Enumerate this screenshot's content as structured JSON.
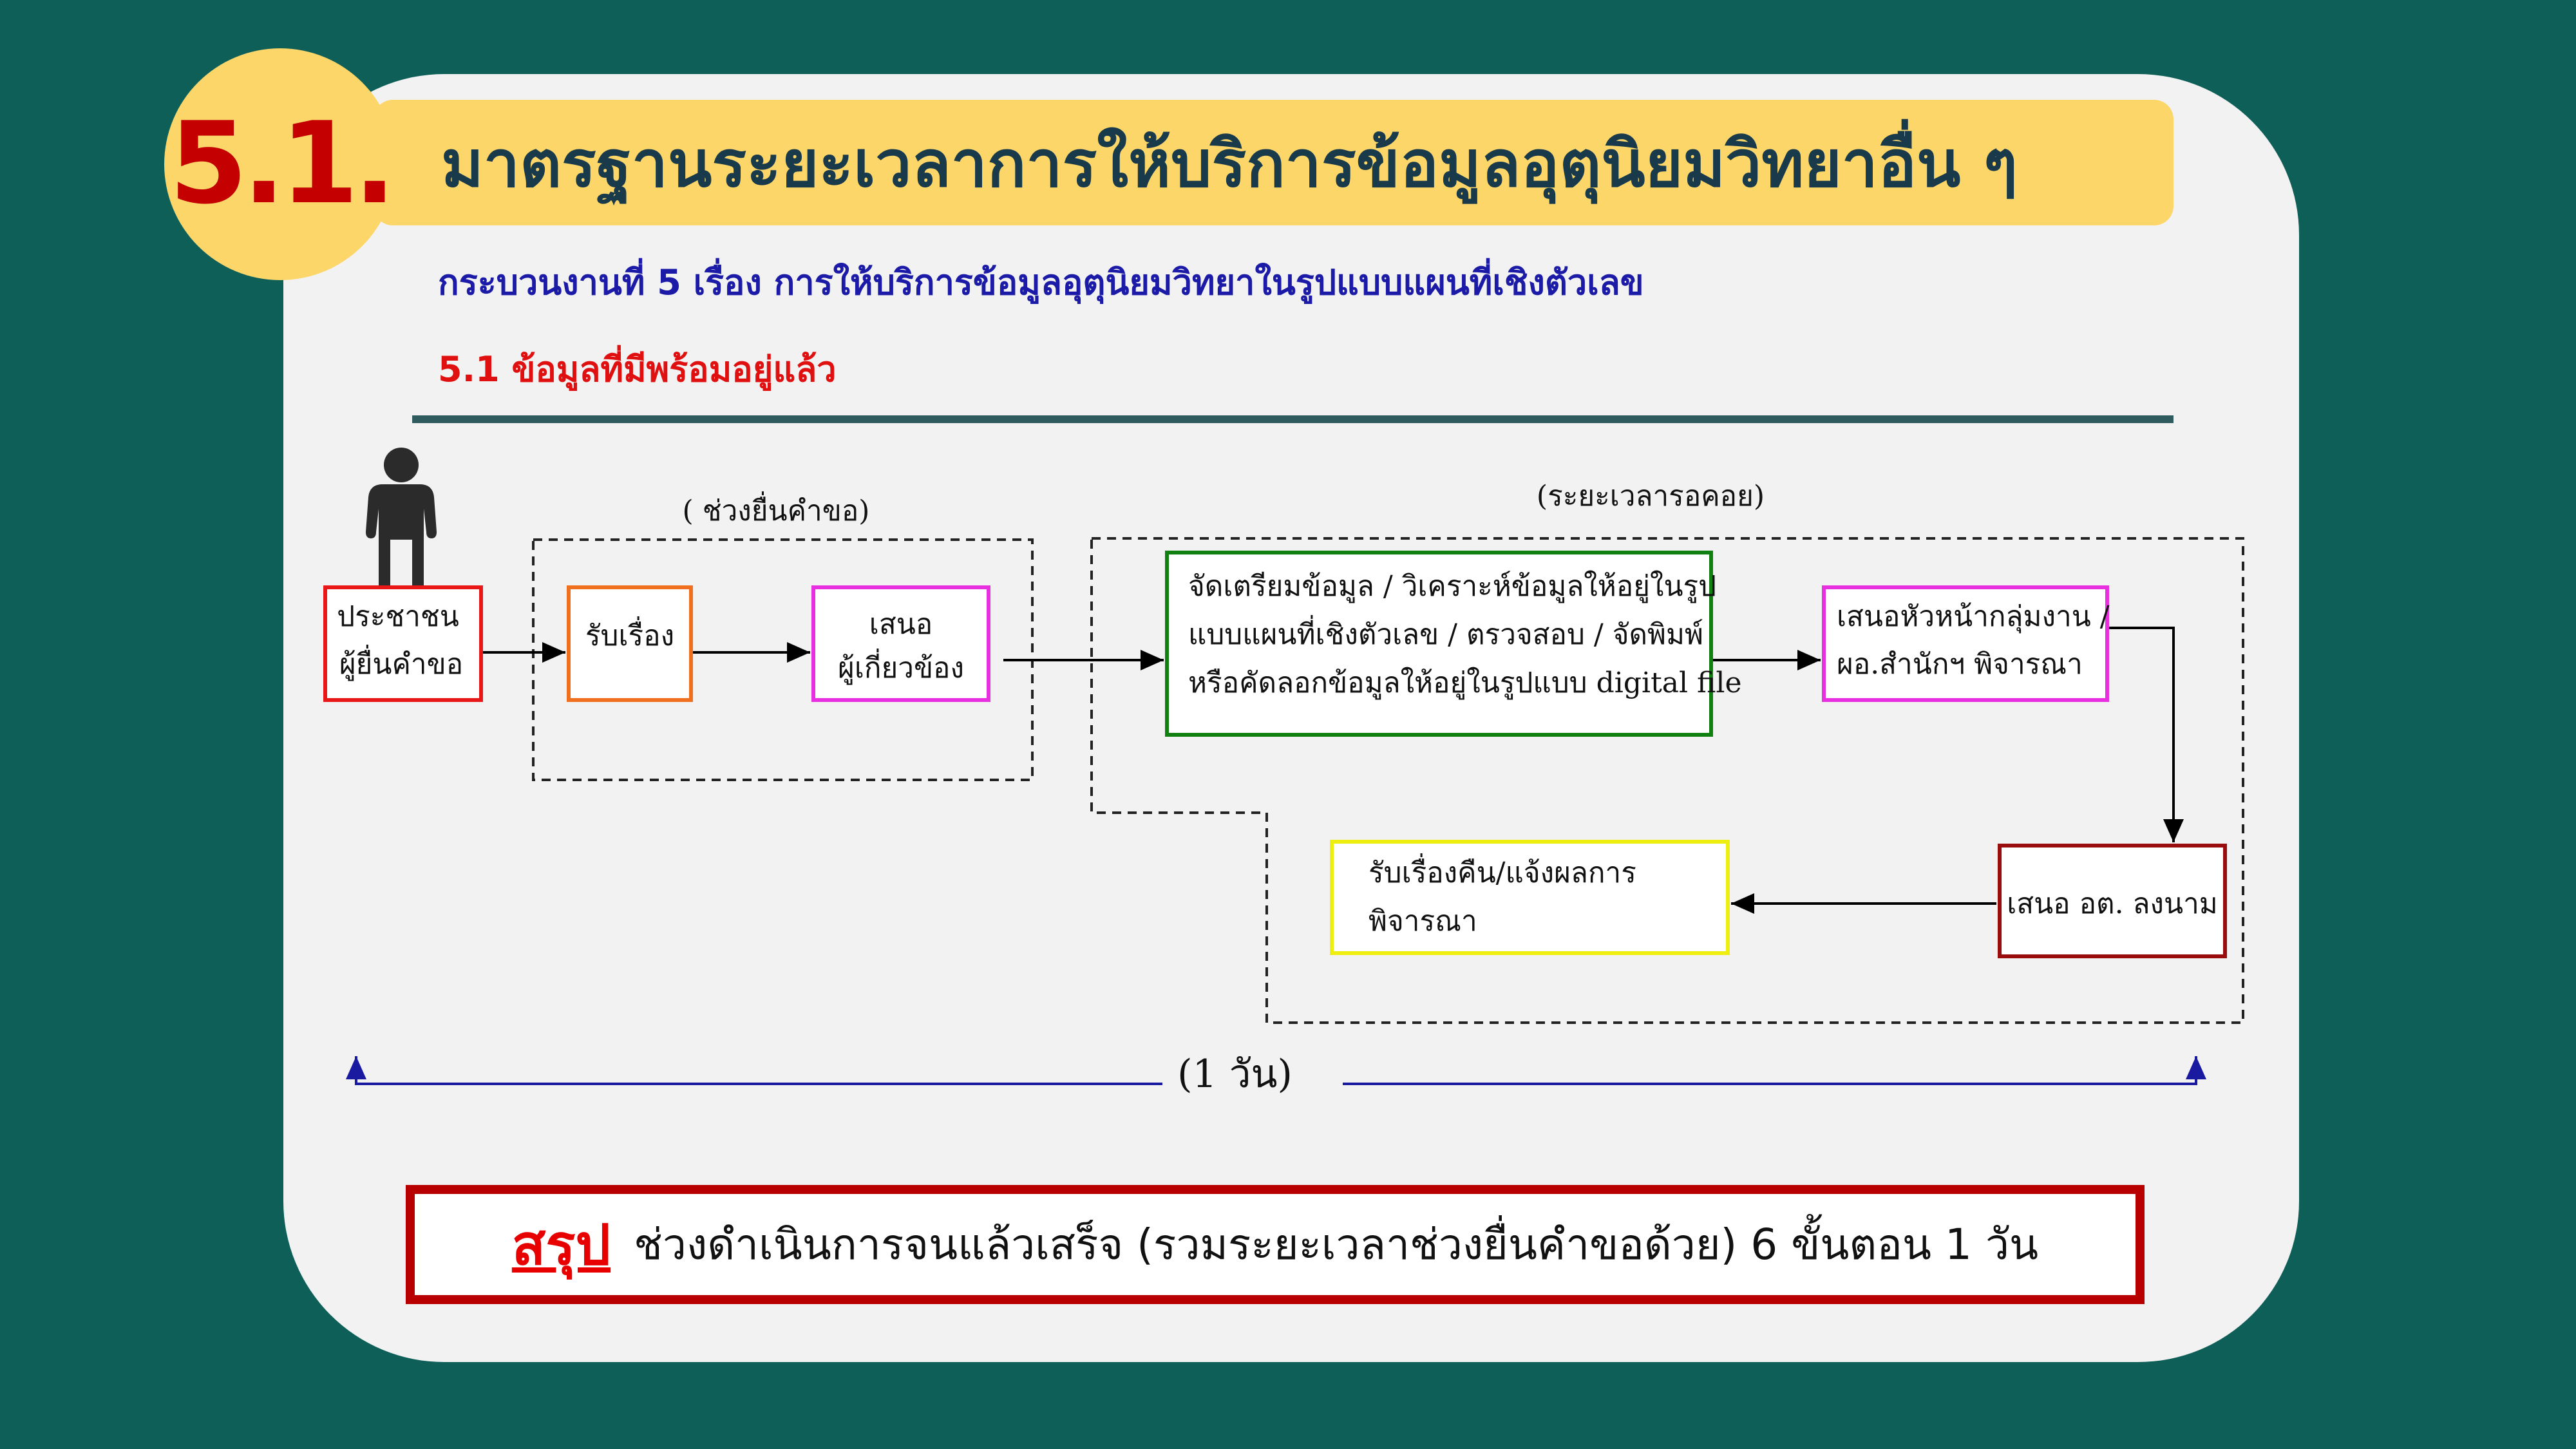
{
  "badge": "5.1.",
  "title": "มาตรฐานระยะเวลาการให้บริการข้อมูลอุตุนิยมวิทยาอื่น ๆ",
  "subtitle": "กระบวนงานที่ 5 เรื่อง การให้บริการข้อมูลอุตุนิยมวิทยาในรูปแบบแผนที่เชิงตัวเลข",
  "subsection": "5.1 ข้อมูลที่มีพร้อมอยู่แล้ว",
  "diagram": {
    "phase_request": "( ช่วงยื่นคำขอ)",
    "phase_wait": "(ระยะเวลารอคอย)",
    "requester": [
      "ประชาชน",
      "ผู้ยื่นคำขอ"
    ],
    "receive": "รับเรื่อง",
    "propose": [
      "เสนอ",
      "ผู้เกี่ยวข้อง"
    ],
    "prepare": [
      "จัดเตรียมข้อมูล / วิเคราะห์ข้อมูลให้อยู่ในรูป",
      "แบบแผนที่เชิงตัวเลข / ตรวจสอบ / จัดพิมพ์",
      "หรือคัดลอกข้อมูลให้อยู่ในรูปแบบ digital file"
    ],
    "head": [
      "เสนอหัวหน้ากลุ่มงาน /",
      "ผอ.สำนักฯ พิจารณา"
    ],
    "director": "เสนอ อต. ลงนาม",
    "return": [
      "รับเรื่องคืน/แจ้งผลการ",
      "พิจารณา"
    ],
    "duration": "(1 วัน)"
  },
  "summary": {
    "label": "สรุป",
    "text": "ช่วงดำเนินการจนแล้วเสร็จ (รวมระยะเวลาช่วงยื่นคำขอด้วย) 6 ขั้นตอน 1 วัน"
  },
  "colors": {
    "background": "#0d5f58",
    "card": "#f2f2f2",
    "accent": "#fdd66a",
    "badge_text": "#c40000",
    "requester_border": "#e81818",
    "receive_border": "#f07020",
    "propose_border": "#e830e0",
    "prepare_border": "#108010",
    "director_border": "#9a0d0d",
    "return_border": "#eeee10",
    "timeline": "#1a1aa0"
  },
  "icons": [
    "person-icon"
  ]
}
